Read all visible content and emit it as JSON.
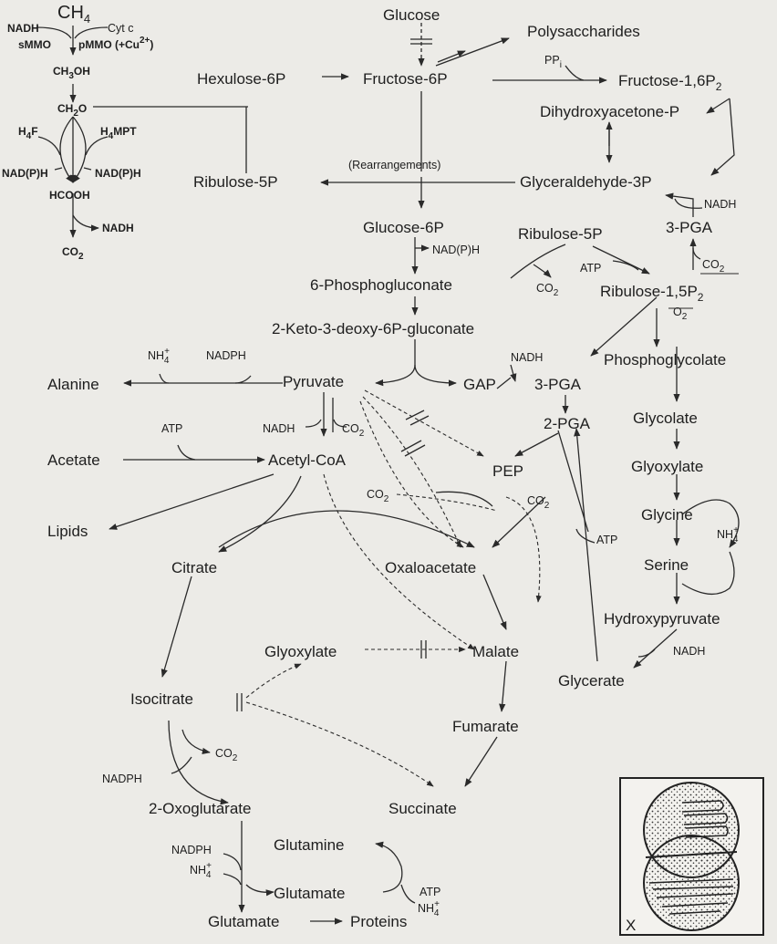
{
  "methane": {
    "base": "CH",
    "sub": "4"
  },
  "nadh": "NADH",
  "cytc": "Cyt c",
  "smmo": "sMMO",
  "pmmo": "pMMO (+Cu",
  "cu_sup": "2+",
  "cu_close": ")",
  "methanol": {
    "a": "CH",
    "b": "3",
    "c": "OH"
  },
  "formaldehyde": {
    "a": "CH",
    "b": "2",
    "c": "O"
  },
  "h4f": {
    "a": "H",
    "b": "4",
    "c": "F"
  },
  "h4mpt": {
    "a": "H",
    "b": "4",
    "c": "MPT"
  },
  "nadph_cofactor": "NAD(P)H",
  "formate": "HCOOH",
  "co2": {
    "a": "CO",
    "b": "2"
  },
  "glucose": "Glucose",
  "polysaccharides": "Polysaccharides",
  "ppi": {
    "a": "PP",
    "b": "i"
  },
  "hexulose6p": "Hexulose-6P",
  "fructose6p": "Fructose-6P",
  "fructose16p2": {
    "a": "Fructose-1,6P",
    "b": "2"
  },
  "dhap": "Dihydroxyacetone-P",
  "ribulose5p_left": "Ribulose-5P",
  "rearrangements": "(Rearrangements)",
  "g3p": "Glyceraldehyde-3P",
  "glucose6p": "Glucose-6P",
  "ribulose5p_mid": "Ribulose-5P",
  "pga3_top": "3-PGA",
  "nadph_branch": "NAD(P)H",
  "atp": "ATP",
  "phosphogluconate": "6-Phosphogluconate",
  "ribulose15p2": {
    "a": "Ribulose-1,5P",
    "b": "2"
  },
  "o2": {
    "a": "O",
    "b": "2"
  },
  "kdpg": "2-Keto-3-deoxy-6P-gluconate",
  "nh4": {
    "a": "NH",
    "b": "4",
    "s": "+"
  },
  "nadph": "NADPH",
  "phosphoglycolate": "Phosphoglycolate",
  "alanine": "Alanine",
  "pyruvate": "Pyruvate",
  "gap": "GAP",
  "pga3_mid": "3-PGA",
  "glycolate": "Glycolate",
  "pga2": "2-PGA",
  "acetate": "Acetate",
  "acetylcoa": "Acetyl-CoA",
  "pep": "PEP",
  "glyoxylate_right": "Glyoxylate",
  "glycine": "Glycine",
  "lipids": "Lipids",
  "citrate": "Citrate",
  "oxaloacetate": "Oxaloacetate",
  "serine": "Serine",
  "hydroxypyruvate": "Hydroxypyruvate",
  "glyoxylate_mid": "Glyoxylate",
  "malate": "Malate",
  "isocitrate": "Isocitrate",
  "glycerate": "Glycerate",
  "fumarate": "Fumarate",
  "nadph_lower": "NADPH",
  "oxoglutarate": "2-Oxoglutarate",
  "succinate": "Succinate",
  "glutamine": "Glutamine",
  "glutamate_mid": "Glutamate",
  "glutamate_bottom": "Glutamate",
  "proteins": "Proteins",
  "inset_label": "X"
}
